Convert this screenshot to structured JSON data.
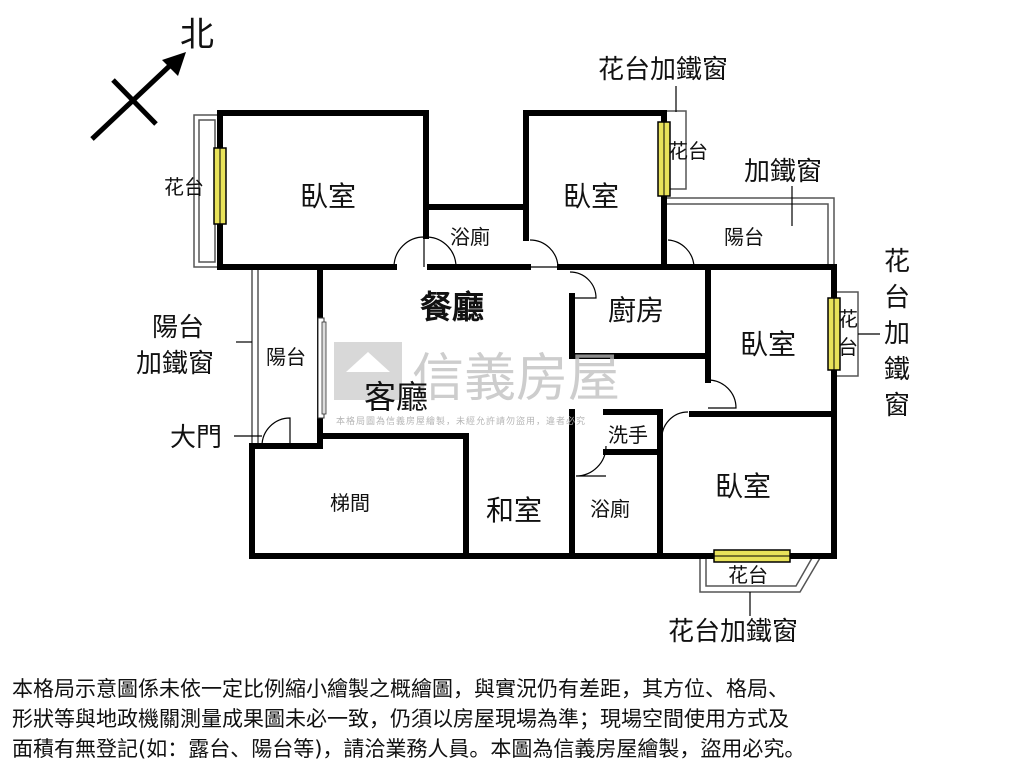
{
  "compass": {
    "north_label": "北"
  },
  "rooms": {
    "bedroom_nw": "臥室",
    "bedroom_n": "臥室",
    "bedroom_e": "臥室",
    "bedroom_se": "臥室",
    "bath_n": "浴廁",
    "bath_s": "浴廁",
    "dining": "餐廳",
    "living": "客廳",
    "kitchen": "廚房",
    "washroom": "洗手",
    "japanese_room": "和室",
    "stairwell": "梯間",
    "balcony_inner": "陽台",
    "balcony_ne": "陽台"
  },
  "planters": {
    "west": "花台",
    "north": "花台",
    "east": "花台",
    "south": "花台"
  },
  "callouts": {
    "planter_grille_top": "花台加鐵窗",
    "grille_window_ne": "加鐵窗",
    "balcony_grille_line1": "陽台",
    "balcony_grille_line2": "加鐵窗",
    "main_door": "大門",
    "east_vertical": "花台加鐵窗",
    "planter_grille_bottom": "花台加鐵窗"
  },
  "watermark": {
    "brand": "信義房屋",
    "notice": "本格局圖為信義房屋繪製，未經允許請勿盜用，違者必究"
  },
  "disclaimer": [
    "本格局示意圖係未依一定比例縮小繪製之概繪圖，與實況仍有差距，其方位、格局、",
    "形狀等與地政機關測量成果圖未必一致，仍須以房屋現場為準；現場空間使用方式及",
    "面積有無登記(如：露台、陽台等)，請洽業務人員。本圖為信義房屋繪製，盜用必究。"
  ]
}
